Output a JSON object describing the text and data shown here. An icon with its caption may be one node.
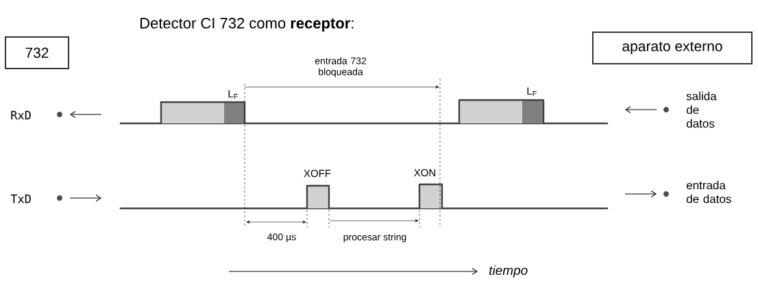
{
  "diagram": {
    "title": "Detector CI 732 como **receptor**:",
    "nodes": [
      {
        "text": [
          "732"
        ]
      },
      {
        "text": [
          "aparato externo"
        ]
      }
    ],
    "labels": [
      "entrada 732 bloqueada",
      "L$_{F}$",
      "L$_{F}$",
      "RxD",
      "salida de datos",
      "XOFF",
      "XON",
      "TxD",
      "entrada de datos",
      "400 µs",
      "procesar string",
      "tiempo"
    ]
  }
}
